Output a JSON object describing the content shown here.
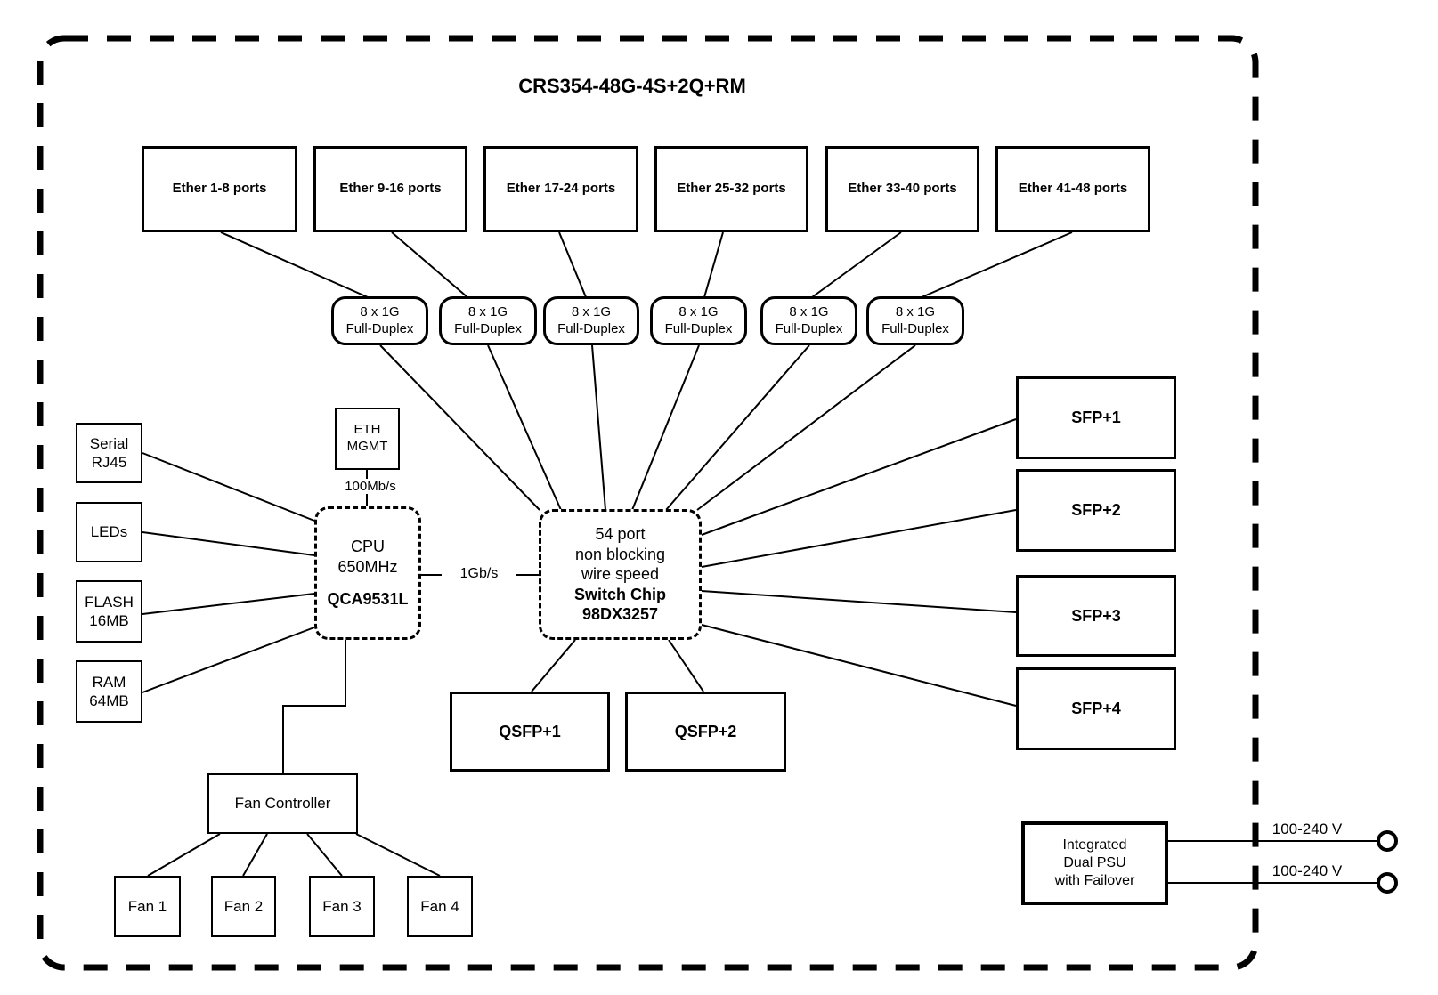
{
  "title": "CRS354-48G-4S+2Q+RM",
  "ether_ports": [
    "Ether 1-8 ports",
    "Ether 9-16 ports",
    "Ether 17-24 ports",
    "Ether 25-32 ports",
    "Ether 33-40 ports",
    "Ether 41-48 ports"
  ],
  "phy_groups": [
    "8 x 1G\nFull-Duplex",
    "8 x 1G\nFull-Duplex",
    "8 x 1G\nFull-Duplex",
    "8 x 1G\nFull-Duplex",
    "8 x 1G\nFull-Duplex",
    "8 x 1G\nFull-Duplex"
  ],
  "switch_chip": {
    "desc": "54 port\nnon blocking\nwire speed",
    "name": "Switch Chip\n98DX3257"
  },
  "cpu": {
    "desc": "CPU\n650MHz",
    "model": "QCA9531L"
  },
  "eth_mgmt": {
    "label": "ETH\nMGMT",
    "link_speed": "100Mb/s"
  },
  "cpu_switch_link_speed": "1Gb/s",
  "peripherals": [
    "Serial\nRJ45",
    "LEDs",
    "FLASH\n16MB",
    "RAM\n64MB"
  ],
  "fan_controller_label": "Fan Controller",
  "fans": [
    "Fan 1",
    "Fan 2",
    "Fan 3",
    "Fan 4"
  ],
  "sfp_ports": [
    "SFP+1",
    "SFP+2",
    "SFP+3",
    "SFP+4"
  ],
  "qsfp_ports": [
    "QSFP+1",
    "QSFP+2"
  ],
  "psu": {
    "label": "Integrated\nDual PSU\nwith Failover"
  },
  "power_inputs": [
    "100-240 V",
    "100-240 V"
  ],
  "colors": {
    "line": "#000000",
    "background": "#ffffff"
  }
}
